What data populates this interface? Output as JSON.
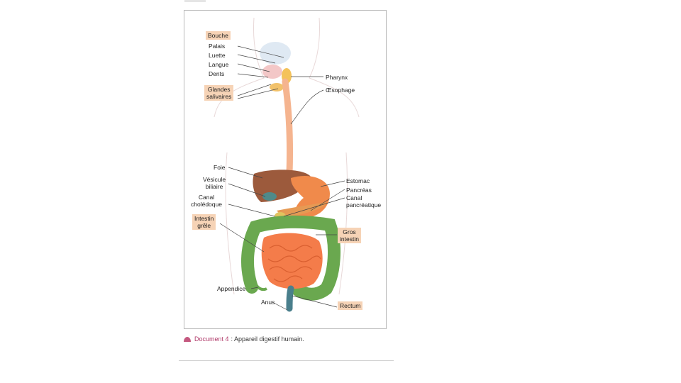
{
  "labels": {
    "bouche": "Bouche",
    "palais": "Palais",
    "luette": "Luette",
    "langue": "Langue",
    "dents": "Dents",
    "glandes_line1": "Glandes",
    "glandes_line2": "salivaires",
    "pharynx": "Pharynx",
    "oesophage": "Œsophage",
    "foie": "Foie",
    "vesicule_line1": "Vésicule",
    "vesicule_line2": "biliaire",
    "canal_chol_line1": "Canal",
    "canal_chol_line2": "cholédoque",
    "intestin_grele_line1": "Intestin",
    "intestin_grele_line2": "grêle",
    "estomac": "Estomac",
    "pancreas": "Pancréas",
    "canal_panc_line1": "Canal",
    "canal_panc_line2": "pancréatique",
    "gros_intestin_line1": "Gros",
    "gros_intestin_line2": "intestin",
    "appendice": "Appendice",
    "anus": "Anus",
    "rectum": "Rectum"
  },
  "caption": {
    "doc": "Document 4",
    "text": " : Appareil digestif humain."
  },
  "colors": {
    "tag_bg": "#f6d3b6",
    "liver": "#9c5a3c",
    "stomach": "#f08a4b",
    "small_intestine": "#f47c4a",
    "large_intestine": "#6aa84f",
    "esophagus": "#f5b48f",
    "rectum": "#4a7f8c"
  }
}
